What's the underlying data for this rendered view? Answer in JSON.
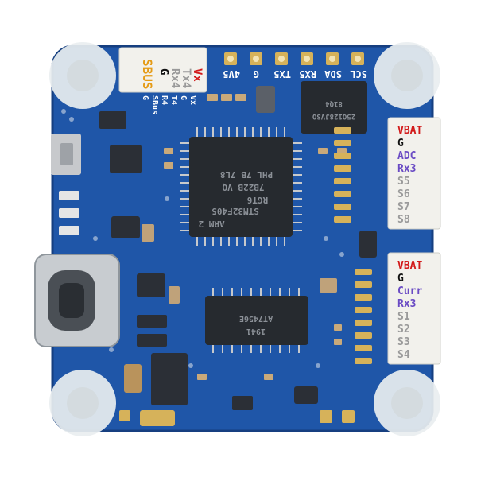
{
  "colors": {
    "background": "#ffffff",
    "pcb": "#1f56a8",
    "pcb_edge": "#1a4a94",
    "chip": "#262a2f",
    "pad_gold": "#d6b25a",
    "connector_white": "#f2f1ec",
    "label_red": "#d21a1a",
    "label_purple": "#6a4bc4",
    "label_gray": "#9a9a9a",
    "label_black": "#111111",
    "label_orange": "#e59b16",
    "silk_white": "#ffffff"
  },
  "top_connector": {
    "name_label": "SBUS",
    "pins": [
      "Vx",
      "Tx4",
      "Rx4",
      "G"
    ]
  },
  "top_pads_labels": [
    "4V5",
    "G",
    "TX5",
    "RX5",
    "SDA",
    "SCL"
  ],
  "sbus_pin_labels": [
    "G",
    "SBus",
    "R4",
    "T4",
    "G",
    "Vx"
  ],
  "mcu": {
    "lines": [
      "STM32F405",
      "RGT6",
      "ARM 2",
      "7B22B VQ",
      "PHL 7B 7L8"
    ]
  },
  "flash_chip": {
    "lines": [
      "81Q4",
      "25Q128JVSQ"
    ]
  },
  "lower_chip": {
    "lines": [
      "AT7456E",
      "1941"
    ]
  },
  "right_connector_top": {
    "labels": [
      {
        "text": "VBAT",
        "color": "red"
      },
      {
        "text": "G",
        "color": "black"
      },
      {
        "text": "ADC",
        "color": "purple"
      },
      {
        "text": "Rx3",
        "color": "purple"
      },
      {
        "text": "S5",
        "color": "gray"
      },
      {
        "text": "S6",
        "color": "gray"
      },
      {
        "text": "S7",
        "color": "gray"
      },
      {
        "text": "S8",
        "color": "gray"
      }
    ]
  },
  "right_connector_bottom": {
    "labels": [
      {
        "text": "VBAT",
        "color": "red"
      },
      {
        "text": "G",
        "color": "black"
      },
      {
        "text": "Curr",
        "color": "purple"
      },
      {
        "text": "Rx3",
        "color": "purple"
      },
      {
        "text": "S1",
        "color": "gray"
      },
      {
        "text": "S2",
        "color": "gray"
      },
      {
        "text": "S3",
        "color": "gray"
      },
      {
        "text": "S4",
        "color": "gray"
      }
    ]
  }
}
